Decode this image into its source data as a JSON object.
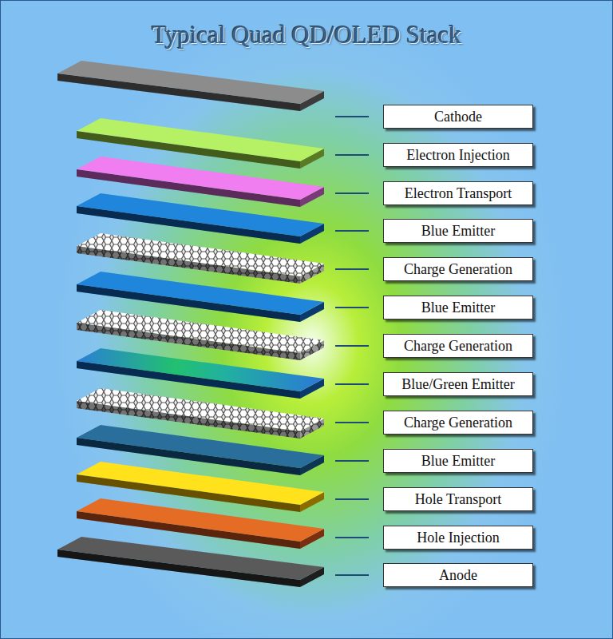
{
  "diagram": {
    "title": "Typical Quad QD/OLED Stack",
    "nodes": [
      {
        "text": [
          "Cathode"
        ]
      },
      {
        "text": [
          "Electron Injection"
        ]
      },
      {
        "text": [
          "Electron Transport"
        ]
      },
      {
        "text": [
          "Blue Emitter"
        ]
      },
      {
        "text": [
          "Charge Generation"
        ]
      },
      {
        "text": [
          "Blue Emitter"
        ]
      },
      {
        "text": [
          "Charge Generation"
        ]
      },
      {
        "text": [
          "Blue/Green Emitter"
        ]
      },
      {
        "text": [
          "Charge Generation"
        ]
      },
      {
        "text": [
          "Blue Emitter"
        ]
      },
      {
        "text": [
          "Hole Transport"
        ]
      },
      {
        "text": [
          "Hole Injection"
        ]
      },
      {
        "text": [
          "Anode"
        ]
      }
    ]
  }
}
